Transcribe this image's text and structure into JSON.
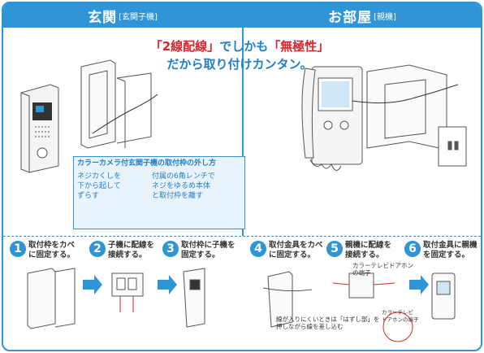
{
  "header": {
    "left_title": "玄関",
    "left_sub": "[玄関子機]",
    "right_title": "お部屋",
    "right_sub": "[親機]"
  },
  "headline": {
    "line1_a": "「2線配線」",
    "line1_b": "でしかも",
    "line1_c": "「無極性」",
    "line2": "だから取り付けカンタン。"
  },
  "callout": {
    "title": "カラーカメラ付玄関子機の取付枠の外し方",
    "left_text": [
      "ネジカくしを",
      "下から起して",
      "ずらす"
    ],
    "right_text": [
      "付属の6角レンチで",
      "ネジをゆるめ本体",
      "と取付枠を離す"
    ]
  },
  "steps": [
    {
      "num": "1",
      "line1": "取付枠をカベ",
      "line2": "に固定する。"
    },
    {
      "num": "2",
      "line1": "子機に配線を",
      "line2": "接続する。"
    },
    {
      "num": "3",
      "line1": "取付枠に子機を",
      "line2": "固定する。"
    },
    {
      "num": "4",
      "line1": "取付金具をカベ",
      "line2": "に固定する。"
    },
    {
      "num": "5",
      "line1": "親機に配線を",
      "line2": "接続する。"
    },
    {
      "num": "6",
      "line1": "取付金具に親機",
      "line2": "を固定する。"
    }
  ],
  "labels": {
    "terminal": "カラーテレビドアホン\nの端子",
    "note": "線が入りにくいときは「はずし部」を\n押しながら線を差し込む",
    "terminal2": "カラーテレビ\nドアホンの端子"
  },
  "colors": {
    "accent": "#2f95d6",
    "red": "#d8262c"
  }
}
